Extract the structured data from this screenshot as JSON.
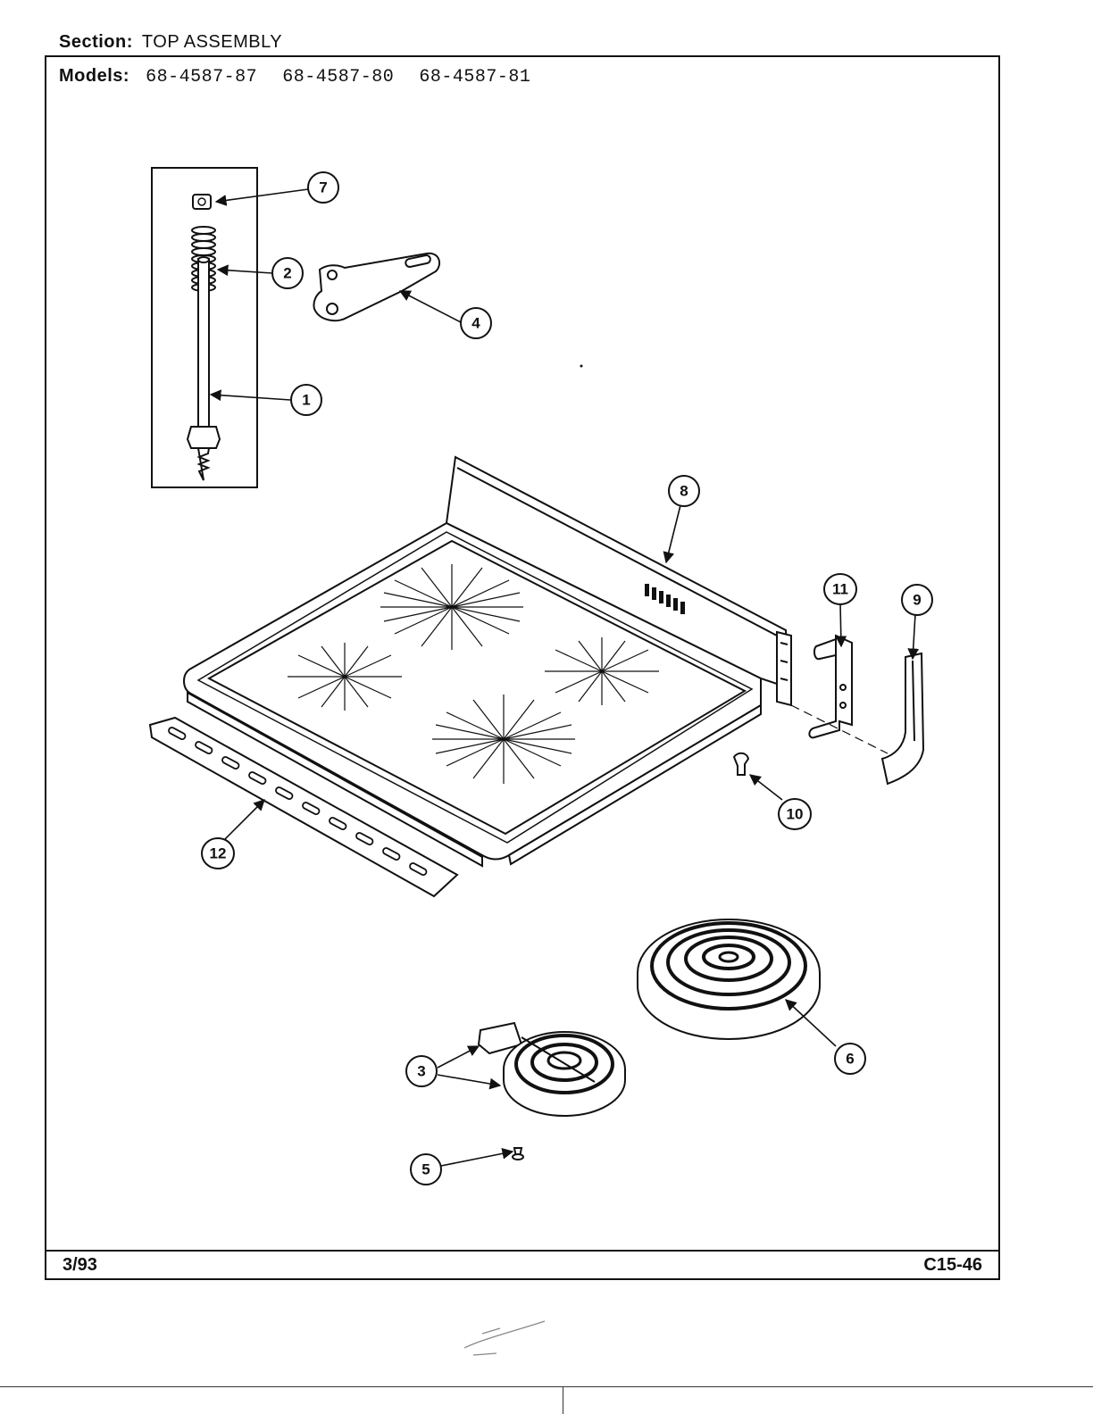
{
  "header": {
    "section_label": "Section:",
    "section_value": "TOP ASSEMBLY",
    "models_label": "Models:",
    "models": [
      "68-4587-87",
      "68-4587-80",
      "68-4587-81"
    ]
  },
  "callouts": [
    "1",
    "2",
    "3",
    "4",
    "5",
    "6",
    "7",
    "8",
    "9",
    "10",
    "11",
    "12"
  ],
  "footer": {
    "date": "3/93",
    "code": "C15-46"
  }
}
